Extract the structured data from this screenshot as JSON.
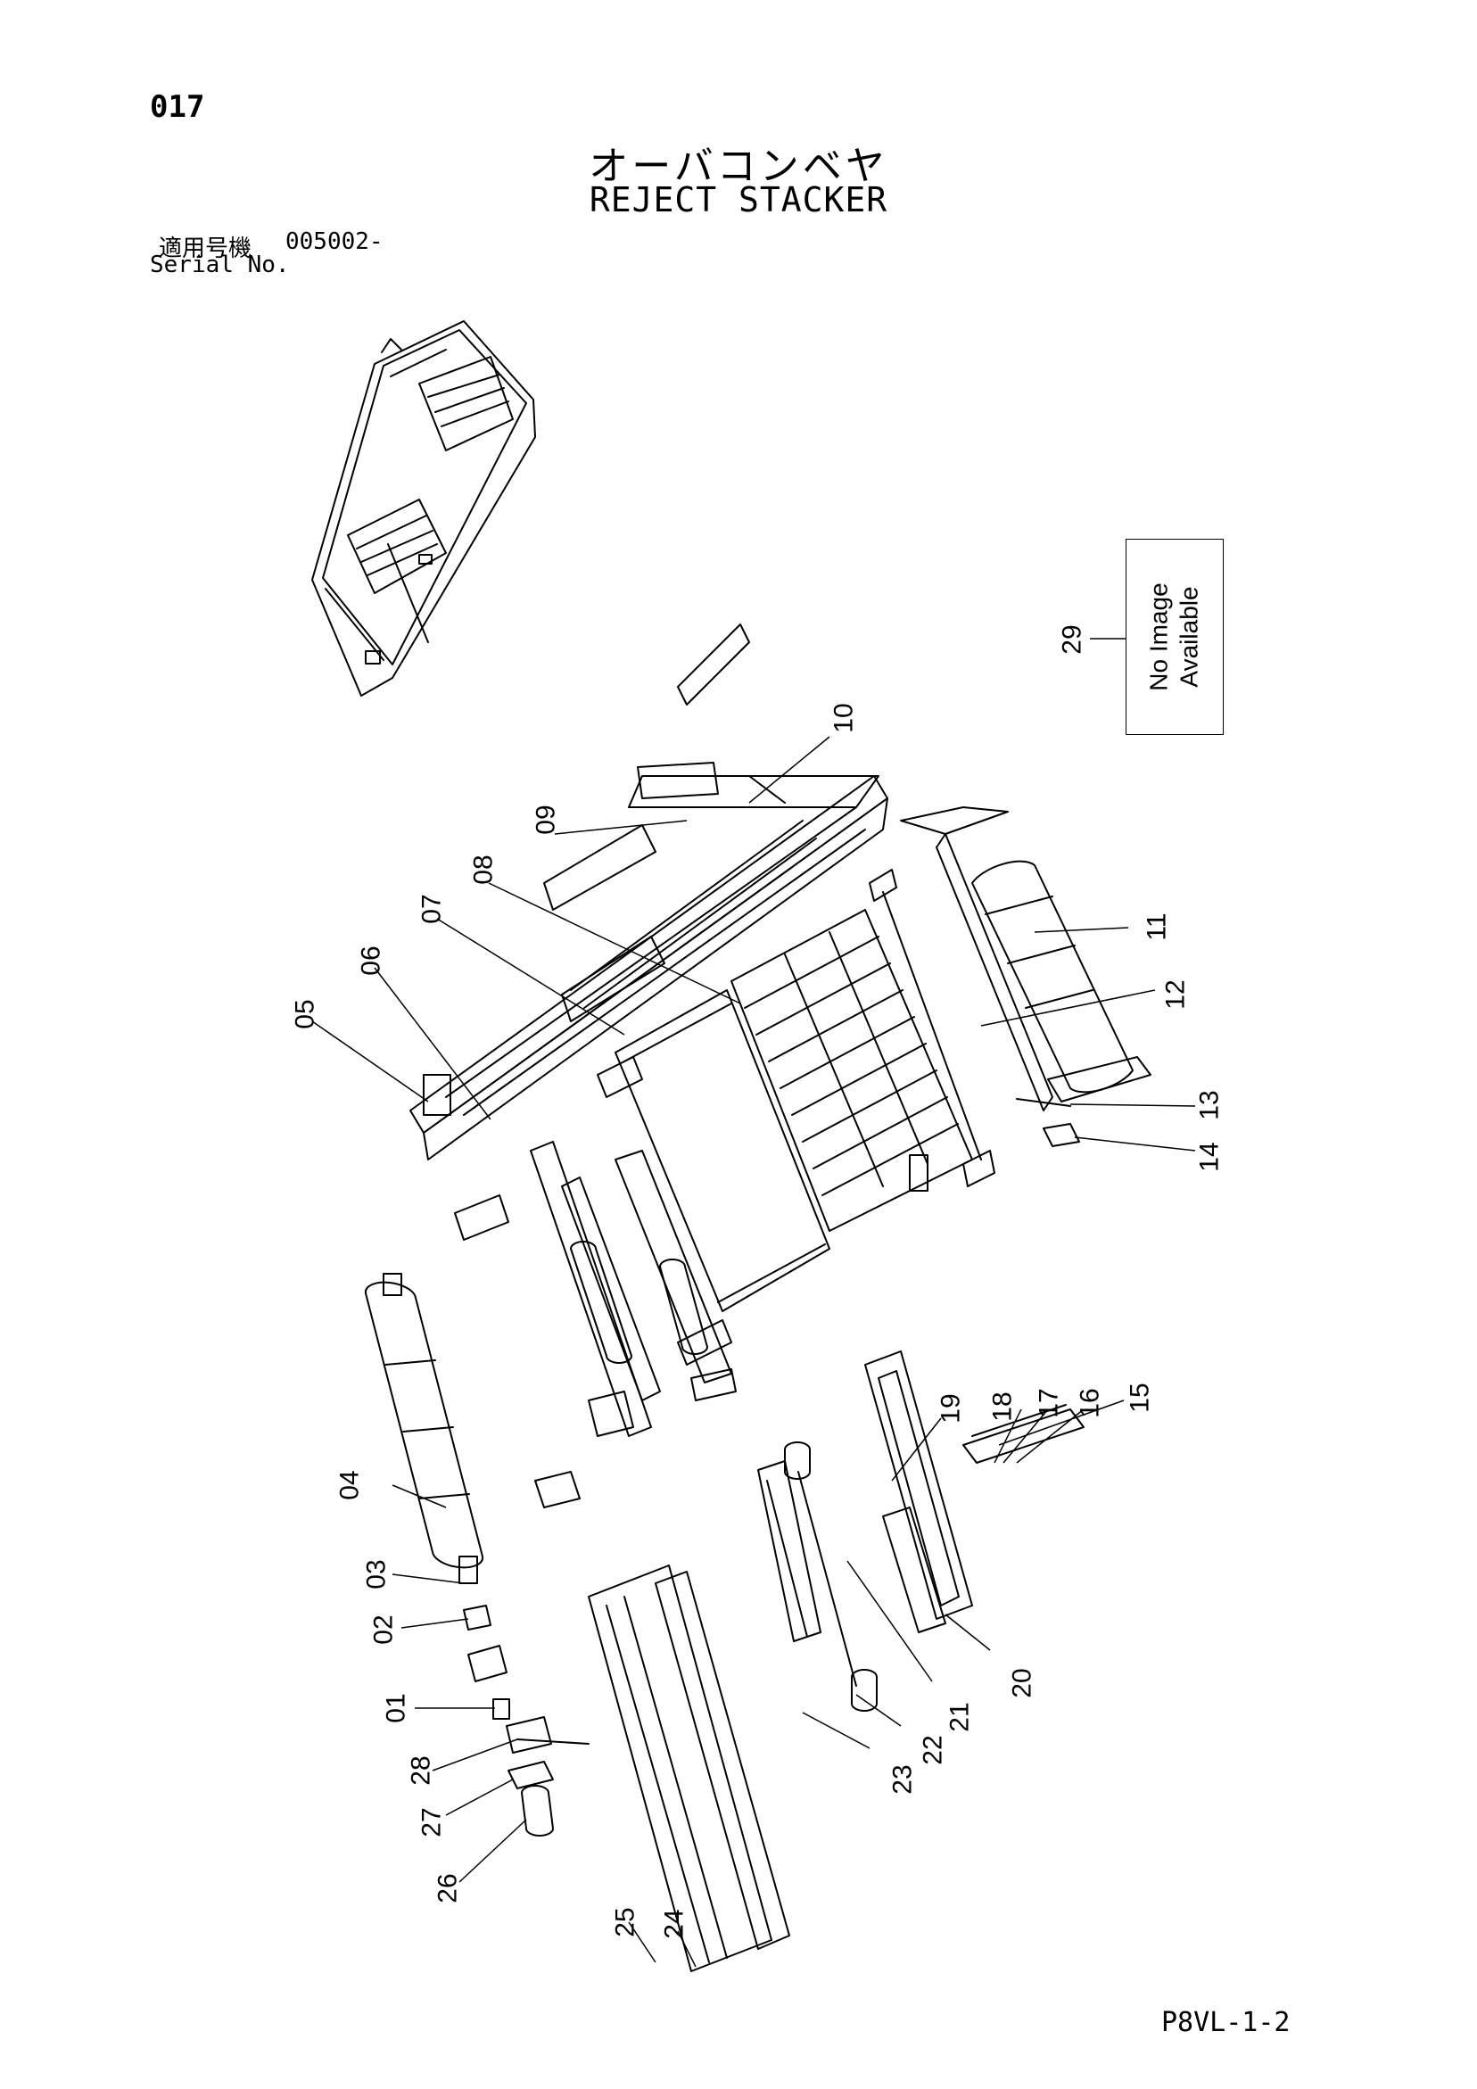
{
  "header": {
    "page_number": "017",
    "title_jp": "オーバコンベヤ",
    "title_en": "REJECT STACKER",
    "serial_label_jp": "適用号機",
    "serial_value": "005002-",
    "serial_label_en": "Serial No."
  },
  "no_image": {
    "line1": "No Image",
    "line2": "Available"
  },
  "callouts": [
    "01",
    "02",
    "03",
    "04",
    "05",
    "06",
    "07",
    "08",
    "09",
    "10",
    "11",
    "12",
    "13",
    "14",
    "15",
    "16",
    "17",
    "18",
    "19",
    "20",
    "21",
    "22",
    "23",
    "24",
    "25",
    "26",
    "27",
    "28",
    "29"
  ],
  "footer": {
    "doc_code": "P8VL-1-2"
  }
}
